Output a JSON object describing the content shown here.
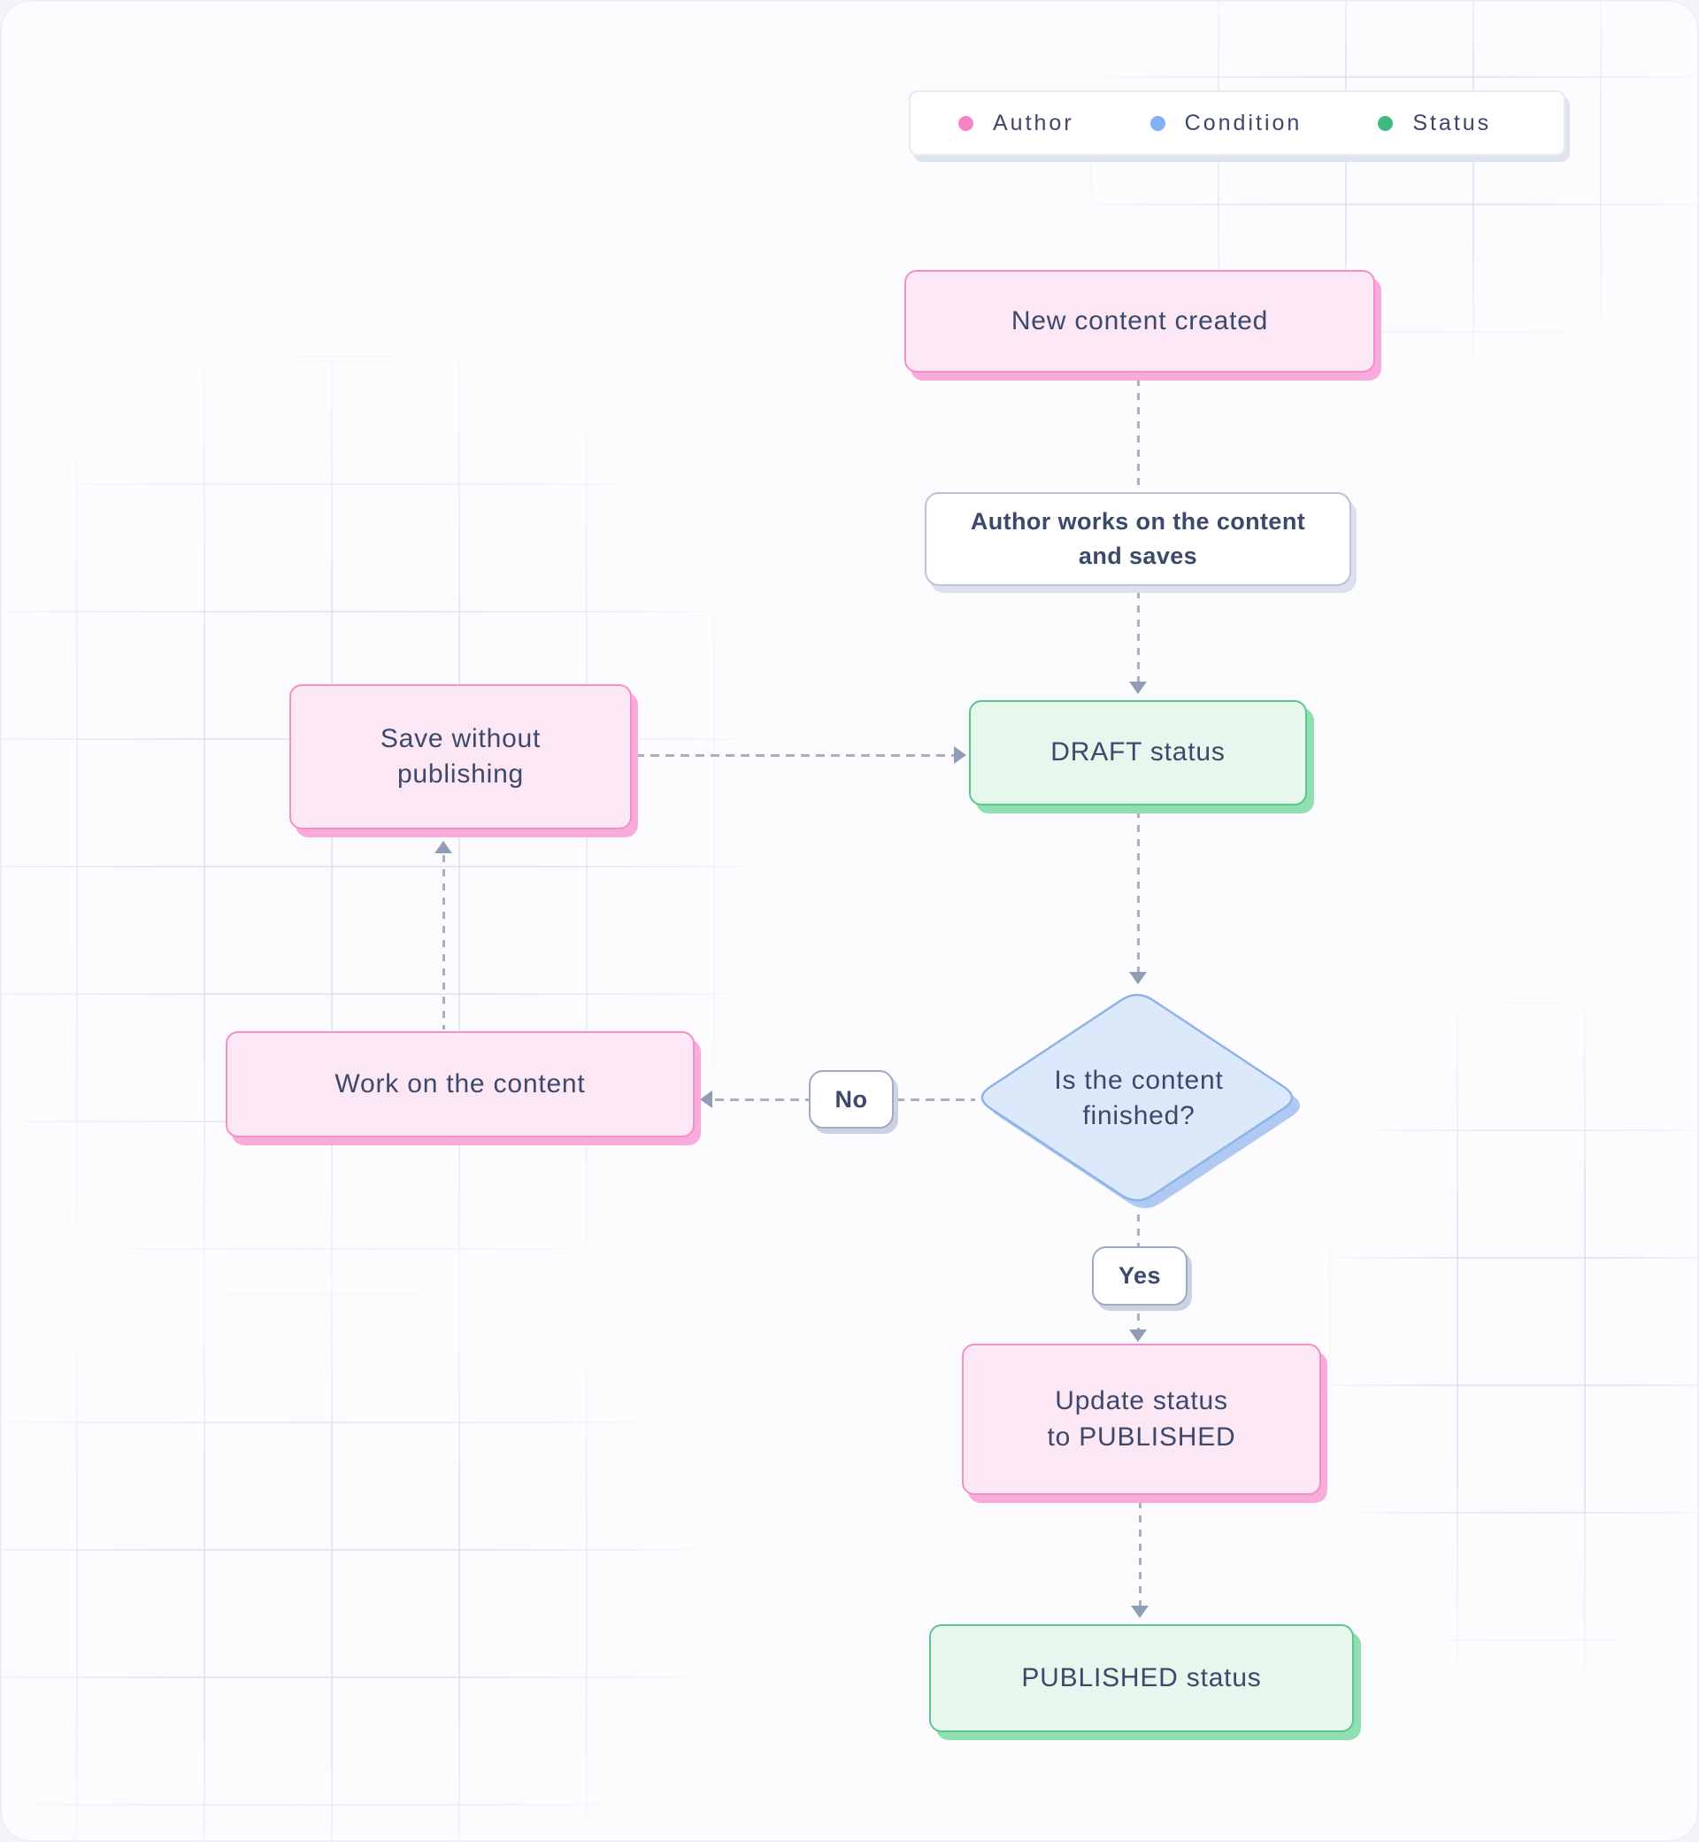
{
  "legend": {
    "items": [
      {
        "label": "Author",
        "dot_color": "#f584c4"
      },
      {
        "label": "Condition",
        "dot_color": "#80b2f2"
      },
      {
        "label": "Status",
        "dot_color": "#43b981"
      }
    ]
  },
  "nodes": {
    "new_content": {
      "label": "New content created"
    },
    "author_works": {
      "line1": "Author works on the content",
      "line2": "and saves"
    },
    "draft_status": {
      "label": "DRAFT status"
    },
    "save_without": {
      "line1": "Save without",
      "line2": "publishing"
    },
    "condition": {
      "line1": "Is the content",
      "line2": "finished?"
    },
    "work_on_content": {
      "label": "Work on the content"
    },
    "update_status": {
      "line1": "Update status",
      "line2": "to PUBLISHED"
    },
    "published_status": {
      "label": "PUBLISHED status"
    }
  },
  "edge_labels": {
    "no": "No",
    "yes": "Yes"
  },
  "colors": {
    "author_fill": "#fce8f5",
    "author_border": "#f48fc7",
    "author_shadow": "#f9abdc",
    "status_fill": "#e7f7ed",
    "status_border": "#57c88c",
    "status_shadow": "#90dfb2",
    "condition_fill": "#dce9fb",
    "condition_border": "#8fb2ea",
    "condition_shadow": "#afc9f2",
    "plain_fill": "#ffffff",
    "plain_border": "#b9c3d9",
    "text": "#3c496c",
    "arrow": "#a6afc4",
    "arrowhead": "#919db6",
    "grid_line": "#dfe6f7"
  }
}
